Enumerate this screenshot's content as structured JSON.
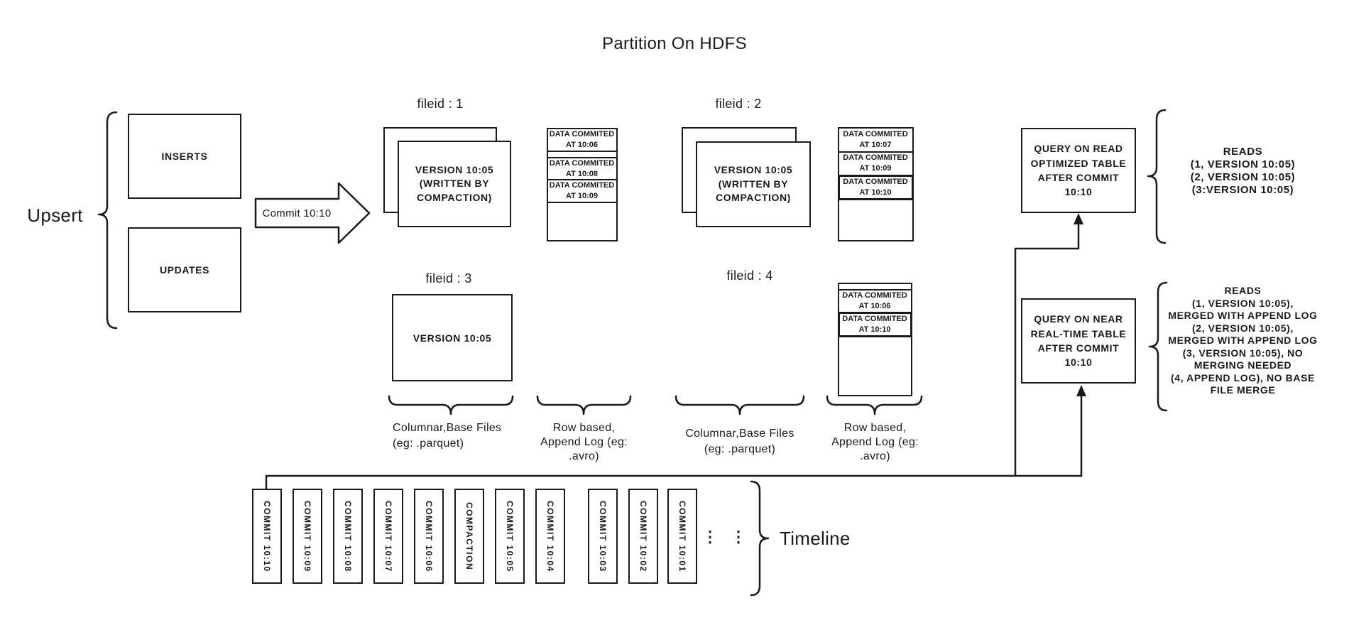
{
  "colors": {
    "ink": "#1a1a1a",
    "background": "#ffffff"
  },
  "title": "Partition On HDFS",
  "upsert": {
    "label": "Upsert",
    "inserts_box": "INSERTS",
    "updates_box": "UPDATES",
    "commit_arrow_label": "Commit 10:10"
  },
  "file_groups": {
    "file1": {
      "label": "fileid : 1",
      "version_text": "VERSION 10:05\n(WRITTEN BY\nCOMPACTION)"
    },
    "file2": {
      "label": "fileid : 2",
      "version_text": "VERSION 10:05\n(WRITTEN BY\nCOMPACTION)"
    },
    "file3": {
      "label": "fileid : 3",
      "version_text": "VERSION 10:05"
    },
    "file4": {
      "label": "fileid : 4"
    }
  },
  "append_logs": {
    "log1": {
      "entries": [
        "DATA COMMITED\nAT 10:06",
        "DATA COMMITED\nAT 10:08",
        "DATA COMMITED\nAT 10:09"
      ]
    },
    "log2": {
      "entries": [
        "DATA COMMITED\nAT 10:07",
        "DATA COMMITED\nAT 10:09",
        "DATA COMMITED\nAT 10:10"
      ]
    },
    "log4": {
      "entries": [
        "DATA COMMITED\nAT 10:06",
        "DATA COMMITED\nAT 10:10"
      ]
    }
  },
  "annotations": {
    "columnar_left": "Columnar,Base Files\n(eg: .parquet)",
    "row_based_left": "Row based,\nAppend Log  (eg:\n.avro)",
    "columnar_right": "Columnar,Base Files\n(eg: .parquet)",
    "row_based_right": "Row based,\nAppend Log  (eg:\n.avro)"
  },
  "queries": {
    "read_optimized": {
      "box_text": "QUERY ON READ\nOPTIMIZED TABLE\nAFTER COMMIT\n10:10",
      "reads_text": "READS\n(1, VERSION 10:05)\n(2, VERSION 10:05)\n(3:VERSION 10:05)"
    },
    "near_real_time": {
      "box_text": "QUERY ON NEAR\nREAL-TIME TABLE\nAFTER COMMIT\n10:10",
      "reads_text": "READS\n(1, VERSION 10:05),\nMERGED WITH APPEND LOG\n(2, VERSION 10:05),\nMERGED WITH APPEND LOG\n(3, VERSION 10:05), NO\nMERGING NEEDED\n(4, APPEND LOG), NO BASE\nFILE MERGE"
    }
  },
  "timeline": {
    "label": "Timeline",
    "dots": "⋮",
    "items": [
      "COMMIT 10:10",
      "COMMIT 10:09",
      "COMMIT 10:08",
      "COMMIT 10:07",
      "COMMIT 10:06",
      "COMPACTION",
      "COMMIT 10:05",
      "COMMIT 10:04",
      "COMMIT 10:03",
      "COMMIT 10:02",
      "COMMIT 10:01"
    ]
  }
}
